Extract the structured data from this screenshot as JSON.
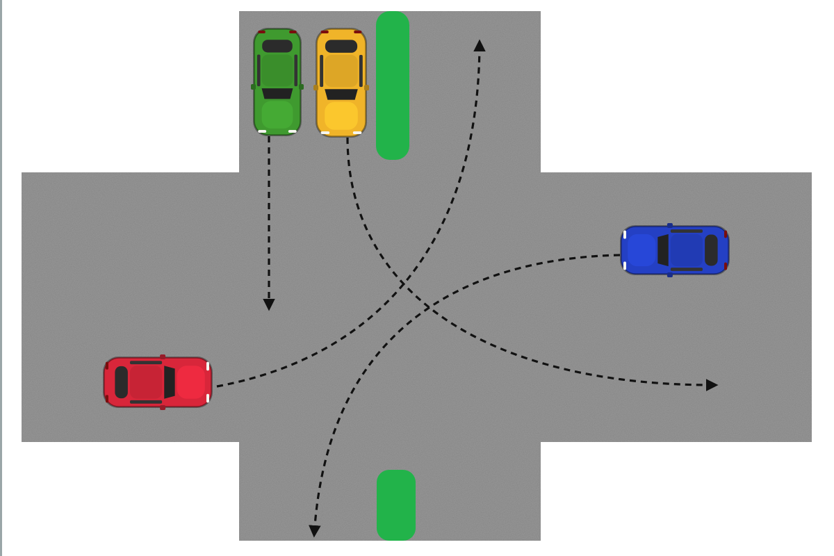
{
  "colors": {
    "background": "#ffffff",
    "asphalt": "#858585",
    "median": "#22b34a",
    "path": "#111111"
  },
  "vehicles": [
    {
      "id": "green",
      "name": "green-car",
      "color": "#3f9a2f",
      "facing": "down"
    },
    {
      "id": "yellow",
      "name": "yellow-car",
      "color": "#f0b429",
      "facing": "down"
    },
    {
      "id": "blue",
      "name": "blue-car",
      "color": "#2440c4",
      "facing": "left"
    },
    {
      "id": "red",
      "name": "red-car",
      "color": "#d8263a",
      "facing": "right"
    }
  ],
  "paths": [
    {
      "vehicle": "green",
      "movement": "straight"
    },
    {
      "vehicle": "yellow",
      "movement": "left-turn"
    },
    {
      "vehicle": "blue",
      "movement": "left-turn"
    },
    {
      "vehicle": "red",
      "movement": "left-turn"
    }
  ]
}
